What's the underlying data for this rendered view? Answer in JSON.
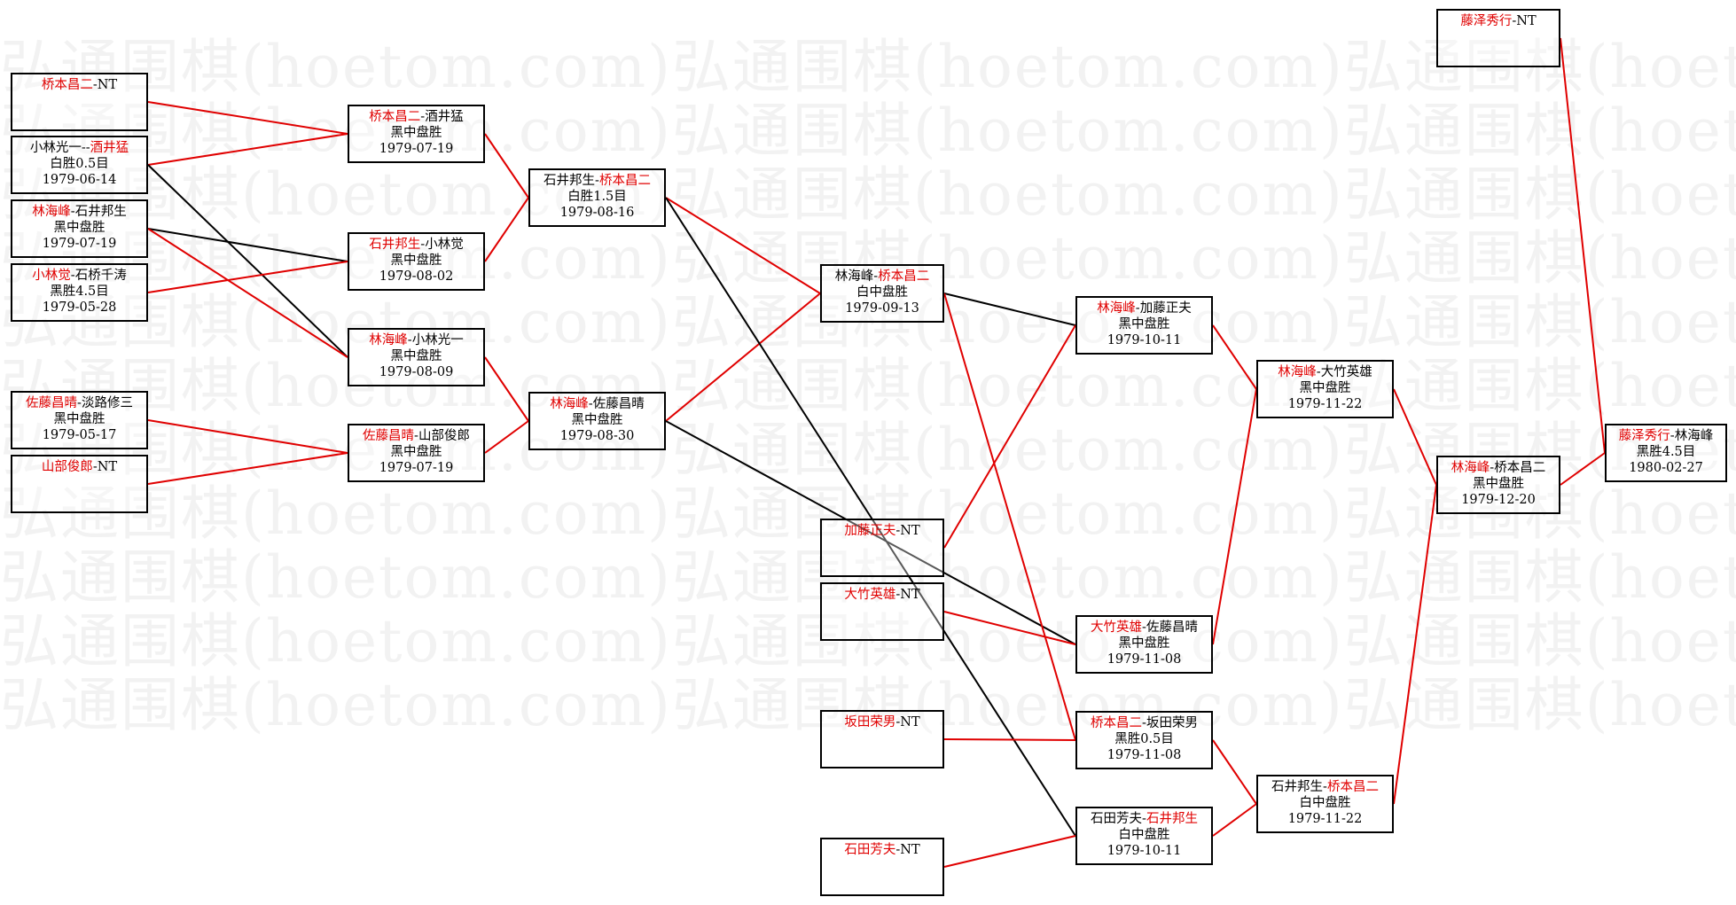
{
  "watermark": "弘通围棋(hoetom.com)弘通围棋(hoetom.com)弘通围棋(hoetom.com)",
  "colors": {
    "winner": "#e00000",
    "loser_line": "#000000",
    "winner_line": "#e00000",
    "box_border": "#000000",
    "watermark": "#f2f2f2"
  },
  "matches": [
    {
      "id": "r0a",
      "black": "桥本昌二",
      "white": "",
      "black_win": true,
      "suffix": "-NT",
      "result": "",
      "date": ""
    },
    {
      "id": "r0b",
      "black": "小林光一",
      "white": "酒井猛",
      "black_win": false,
      "sep": "--",
      "result": "白胜0.5目",
      "date": "1979-06-14"
    },
    {
      "id": "r0c",
      "black": "林海峰",
      "white": "石井邦生",
      "black_win": true,
      "result": "黑中盘胜",
      "date": "1979-07-19"
    },
    {
      "id": "r0d",
      "black": "小林觉",
      "white": "石桥千涛",
      "black_win": true,
      "result": "黑胜4.5目",
      "date": "1979-05-28"
    },
    {
      "id": "r0e",
      "black": "佐藤昌晴",
      "white": "淡路修三",
      "black_win": true,
      "result": "黑中盘胜",
      "date": "1979-05-17"
    },
    {
      "id": "r0f",
      "black": "山部俊郎",
      "white": "",
      "black_win": true,
      "suffix": "-NT",
      "result": "",
      "date": ""
    },
    {
      "id": "r1a",
      "black": "桥本昌二",
      "white": "酒井猛",
      "black_win": true,
      "result": "黑中盘胜",
      "date": "1979-07-19"
    },
    {
      "id": "r1b",
      "black": "石井邦生",
      "white": "小林觉",
      "black_win": true,
      "result": "黑中盘胜",
      "date": "1979-08-02"
    },
    {
      "id": "r1c",
      "black": "林海峰",
      "white": "小林光一",
      "black_win": true,
      "result": "黑中盘胜",
      "date": "1979-08-09"
    },
    {
      "id": "r1d",
      "black": "佐藤昌晴",
      "white": "山部俊郎",
      "black_win": true,
      "result": "黑中盘胜",
      "date": "1979-07-19"
    },
    {
      "id": "r2a",
      "black": "石井邦生",
      "white": "桥本昌二",
      "black_win": false,
      "result": "白胜1.5目",
      "date": "1979-08-16"
    },
    {
      "id": "r2b",
      "black": "林海峰",
      "white": "佐藤昌晴",
      "black_win": true,
      "result": "黑中盘胜",
      "date": "1979-08-30"
    },
    {
      "id": "r3a",
      "black": "林海峰",
      "white": "桥本昌二",
      "black_win": false,
      "result": "白中盘胜",
      "date": "1979-09-13"
    },
    {
      "id": "r3b",
      "black": "加藤正夫",
      "white": "",
      "black_win": true,
      "suffix": "-NT",
      "result": "",
      "date": ""
    },
    {
      "id": "r3c",
      "black": "大竹英雄",
      "white": "",
      "black_win": true,
      "suffix": "-NT",
      "result": "",
      "date": ""
    },
    {
      "id": "r3d",
      "black": "坂田荣男",
      "white": "",
      "black_win": true,
      "suffix": "-NT",
      "result": "",
      "date": ""
    },
    {
      "id": "r3e",
      "black": "石田芳夫",
      "white": "",
      "black_win": true,
      "suffix": "-NT",
      "result": "",
      "date": ""
    },
    {
      "id": "r4a",
      "black": "林海峰",
      "white": "加藤正夫",
      "black_win": true,
      "result": "黑中盘胜",
      "date": "1979-10-11"
    },
    {
      "id": "r4b",
      "black": "大竹英雄",
      "white": "佐藤昌晴",
      "black_win": true,
      "result": "黑中盘胜",
      "date": "1979-11-08"
    },
    {
      "id": "r4c",
      "black": "桥本昌二",
      "white": "坂田荣男",
      "black_win": true,
      "result": "黑胜0.5目",
      "date": "1979-11-08"
    },
    {
      "id": "r4d",
      "black": "石田芳夫",
      "white": "石井邦生",
      "black_win": false,
      "result": "白中盘胜",
      "date": "1979-10-11"
    },
    {
      "id": "r5a",
      "black": "林海峰",
      "white": "大竹英雄",
      "black_win": true,
      "result": "黑中盘胜",
      "date": "1979-11-22"
    },
    {
      "id": "r5b",
      "black": "石井邦生",
      "white": "桥本昌二",
      "black_win": false,
      "result": "白中盘胜",
      "date": "1979-11-22"
    },
    {
      "id": "r6a",
      "black": "林海峰",
      "white": "桥本昌二",
      "black_win": true,
      "result": "黑中盘胜",
      "date": "1979-12-20"
    },
    {
      "id": "r6b",
      "black": "藤泽秀行",
      "white": "",
      "black_win": true,
      "suffix": "-NT",
      "result": "",
      "date": ""
    },
    {
      "id": "r7a",
      "black": "藤泽秀行",
      "white": "林海峰",
      "black_win": true,
      "result": "黑胜4.5目",
      "date": "1980-02-27"
    }
  ],
  "connections": [
    {
      "from": "r0a",
      "to": "r1a",
      "winner": true
    },
    {
      "from": "r0b",
      "to": "r1a",
      "winner": true
    },
    {
      "from": "r0b",
      "to": "r1c",
      "winner": false
    },
    {
      "from": "r0c",
      "to": "r1b",
      "winner": false
    },
    {
      "from": "r0c",
      "to": "r1c",
      "winner": true
    },
    {
      "from": "r0d",
      "to": "r1b",
      "winner": true
    },
    {
      "from": "r0e",
      "to": "r1d",
      "winner": true
    },
    {
      "from": "r0f",
      "to": "r1d",
      "winner": true
    },
    {
      "from": "r1a",
      "to": "r2a",
      "winner": true
    },
    {
      "from": "r1b",
      "to": "r2a",
      "winner": true
    },
    {
      "from": "r1c",
      "to": "r2b",
      "winner": true
    },
    {
      "from": "r1d",
      "to": "r2b",
      "winner": true
    },
    {
      "from": "r2a",
      "to": "r3a",
      "winner": true
    },
    {
      "from": "r2b",
      "to": "r3a",
      "winner": true
    },
    {
      "from": "r2a",
      "to": "r4d",
      "winner": false
    },
    {
      "from": "r2b",
      "to": "r4b",
      "winner": false
    },
    {
      "from": "r3a",
      "to": "r4a",
      "winner": false
    },
    {
      "from": "r3a",
      "to": "r4c",
      "winner": true
    },
    {
      "from": "r3b",
      "to": "r4a",
      "winner": true
    },
    {
      "from": "r3c",
      "to": "r4b",
      "winner": true
    },
    {
      "from": "r3d",
      "to": "r4c",
      "winner": true
    },
    {
      "from": "r3e",
      "to": "r4d",
      "winner": true
    },
    {
      "from": "r4a",
      "to": "r5a",
      "winner": true
    },
    {
      "from": "r4b",
      "to": "r5a",
      "winner": true
    },
    {
      "from": "r4c",
      "to": "r5b",
      "winner": true
    },
    {
      "from": "r4d",
      "to": "r5b",
      "winner": true
    },
    {
      "from": "r5a",
      "to": "r6a",
      "winner": true
    },
    {
      "from": "r5b",
      "to": "r6a",
      "winner": true
    },
    {
      "from": "r6a",
      "to": "r7a",
      "winner": true
    },
    {
      "from": "r6b",
      "to": "r7a",
      "winner": true
    }
  ]
}
